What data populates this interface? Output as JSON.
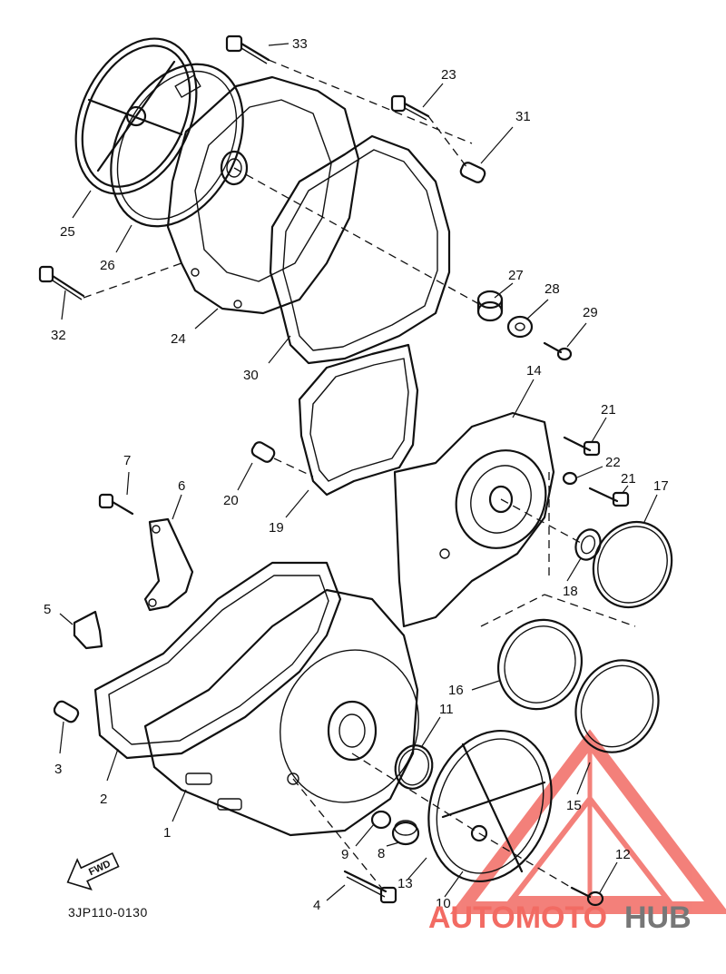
{
  "diagram": {
    "code": "3JP110-0130",
    "fwd_label": "FWD",
    "callouts": [
      "33",
      "23",
      "31",
      "25",
      "26",
      "24",
      "32",
      "27",
      "28",
      "29",
      "30",
      "14",
      "21",
      "22",
      "21",
      "17",
      "7",
      "6",
      "20",
      "19",
      "18",
      "5",
      "16",
      "11",
      "3",
      "2",
      "1",
      "9",
      "8",
      "13",
      "10",
      "15",
      "12",
      "4"
    ]
  },
  "watermark": {
    "brand_a": "AUTOMOTO",
    "brand_b": "HUB",
    "color_a": "#f26b63",
    "color_b": "#777777"
  }
}
